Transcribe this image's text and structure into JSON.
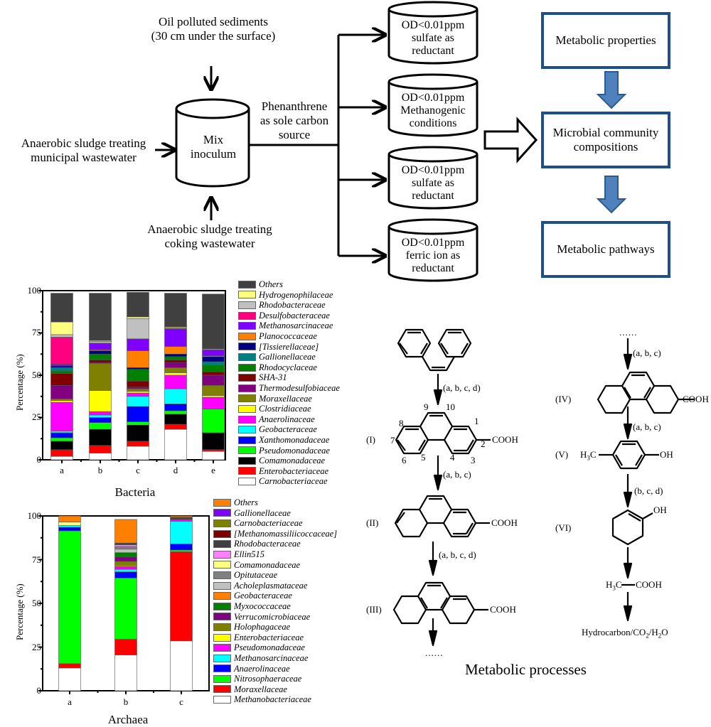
{
  "flow": {
    "input_top": [
      "Oil polluted sediments",
      "(30 cm under the surface)"
    ],
    "input_left": [
      "Anaerobic sludge treating",
      "municipal wastewater"
    ],
    "input_bottom": [
      "Anaerobic sludge treating",
      "coking wastewater"
    ],
    "mix": [
      "Mix",
      "inoculum"
    ],
    "carbon_source": [
      "Phenanthrene",
      "as sole carbon",
      "source"
    ],
    "reactors": [
      [
        "OD<0.01ppm",
        "sulfate as",
        "reductant"
      ],
      [
        "OD<0.01ppm",
        "Methanogenic",
        "conditions"
      ],
      [
        "OD<0.01ppm",
        "sulfate as",
        "reductant"
      ],
      [
        "OD<0.01ppm",
        "ferric ion as",
        "reductant"
      ]
    ],
    "analysis_boxes": [
      "Metabolic properties",
      "Microbial community compositions",
      "Metabolic pathways"
    ],
    "colors": {
      "box_border": "#1f4e8c",
      "arrow_fill": "#4f81bd",
      "arrow_stroke": "#2c5a8f"
    }
  },
  "chart_data": [
    {
      "type": "bar",
      "stacked": true,
      "title": "Bacteria",
      "xlabel": "Bacteria",
      "ylabel": "Percentage (%)",
      "ylim": [
        0,
        100
      ],
      "yticks": [
        "0",
        "25",
        "50",
        "75",
        "100"
      ],
      "categories": [
        "a",
        "b",
        "c",
        "d",
        "e"
      ],
      "legend_position": "right",
      "series": [
        {
          "name": "Carnobacteriaceae",
          "color": "#ffffff",
          "values": [
            2,
            4,
            8,
            18,
            5
          ]
        },
        {
          "name": "Enterobacteriaceae",
          "color": "#ff0000",
          "values": [
            4,
            4.5,
            3,
            3,
            1
          ]
        },
        {
          "name": "Comamonadaceae",
          "color": "#000000",
          "values": [
            5,
            9.5,
            9.5,
            6,
            10
          ]
        },
        {
          "name": "Pseudomonadaceae",
          "color": "#00ff00",
          "values": [
            2,
            4,
            2,
            2,
            14
          ]
        },
        {
          "name": "Xanthomonadaceae",
          "color": "#0000ff",
          "values": [
            3,
            3,
            9,
            4,
            0
          ]
        },
        {
          "name": "Geobacteraceae",
          "color": "#00ffff",
          "values": [
            1,
            1.5,
            6,
            9,
            0
          ]
        },
        {
          "name": "Anaerolinaceae",
          "color": "#ff00ff",
          "values": [
            17,
            2,
            2,
            8,
            7
          ]
        },
        {
          "name": "Clostridiaceae",
          "color": "#ffff00",
          "values": [
            1,
            12.5,
            1,
            1.5,
            1
          ]
        },
        {
          "name": "Moraxellaceae",
          "color": "#808000",
          "values": [
            1,
            16,
            1.5,
            3,
            6
          ]
        },
        {
          "name": "Thermodesulfobiaceae",
          "color": "#800080",
          "values": [
            8,
            0.5,
            1,
            3,
            6
          ]
        },
        {
          "name": "SHA-31",
          "color": "#800000",
          "values": [
            7,
            1.5,
            3.5,
            1.5,
            2
          ]
        },
        {
          "name": "Rhodocyclaceae",
          "color": "#008000",
          "values": [
            1.5,
            3.5,
            7,
            2,
            4
          ]
        },
        {
          "name": "Gallionellaceae",
          "color": "#008080",
          "values": [
            2,
            0,
            0,
            0,
            2
          ]
        },
        {
          "name": "[Tissierellaceae]",
          "color": "#000080",
          "values": [
            1,
            2,
            1,
            1.5,
            3
          ]
        },
        {
          "name": "Planococcaceae",
          "color": "#ff8000",
          "values": [
            0,
            0.5,
            10,
            4.5,
            0.5
          ]
        },
        {
          "name": "Methanosarcinaceae",
          "color": "#8000ff",
          "values": [
            1,
            4,
            7,
            10.5,
            3.5
          ]
        },
        {
          "name": "Desulfobacteraceae",
          "color": "#ff0080",
          "values": [
            16,
            0,
            0,
            0,
            0
          ]
        },
        {
          "name": "Rhodobacteraceae",
          "color": "#c0c0c0",
          "values": [
            1.5,
            1,
            12,
            0.5,
            0.5
          ]
        },
        {
          "name": "Hydrogenophilaceae",
          "color": "#ffff80",
          "values": [
            7.5,
            0.5,
            1,
            0.5,
            0
          ]
        },
        {
          "name": "Others",
          "color": "#404040",
          "values": [
            17,
            28,
            14.5,
            20,
            32.5
          ]
        }
      ]
    },
    {
      "type": "bar",
      "stacked": true,
      "title": "Archaea",
      "xlabel": "Archaea",
      "ylabel": "Percentage (%)",
      "ylim": [
        0,
        100
      ],
      "yticks": [
        "0",
        "25",
        "50",
        "75",
        "100"
      ],
      "categories": [
        "a",
        "b",
        "c"
      ],
      "legend_position": "right",
      "series": [
        {
          "name": "Methanobacteriaceae",
          "color": "#ffffff",
          "values": [
            13,
            20.5,
            28.5
          ]
        },
        {
          "name": "Moraxellaceae",
          "color": "#ff0000",
          "values": [
            2.5,
            9,
            51
          ]
        },
        {
          "name": "Nitrosophaeraceae",
          "color": "#00ff00",
          "values": [
            76,
            35,
            1
          ]
        },
        {
          "name": "Anaerolinaceae",
          "color": "#0000ff",
          "values": [
            2,
            3.5,
            3.5
          ]
        },
        {
          "name": "Methanosarcinaceae",
          "color": "#00ffff",
          "values": [
            1,
            1.5,
            13
          ]
        },
        {
          "name": "Pseudomonadaceae",
          "color": "#ff00ff",
          "values": [
            0,
            1.5,
            1
          ]
        },
        {
          "name": "Enterobacteriaceae",
          "color": "#ffff00",
          "values": [
            0,
            0.5,
            0
          ]
        },
        {
          "name": "Holophagaceae",
          "color": "#808000",
          "values": [
            0,
            2.5,
            0
          ]
        },
        {
          "name": "Verrucomicrobiaceae",
          "color": "#800080",
          "values": [
            0,
            2.5,
            0
          ]
        },
        {
          "name": "Myxococcaceae",
          "color": "#008000",
          "values": [
            0,
            2.5,
            0
          ]
        },
        {
          "name": "Geobacteraceae",
          "color": "#ff8000",
          "values": [
            0,
            0,
            0
          ]
        },
        {
          "name": "Acholeplasmataceae",
          "color": "#c0c0c0",
          "values": [
            0,
            2,
            0
          ]
        },
        {
          "name": "Opitutaceae",
          "color": "#808080",
          "values": [
            0,
            1.5,
            0
          ]
        },
        {
          "name": "Comamonadaceae",
          "color": "#ffff80",
          "values": [
            2,
            0,
            0
          ]
        },
        {
          "name": "Ellin515",
          "color": "#ff80ff",
          "values": [
            0,
            1,
            0
          ]
        },
        {
          "name": "Rhodobacteraceae",
          "color": "#404040",
          "values": [
            0,
            1,
            1
          ]
        },
        {
          "name": "[Methanomassiliicoccaceae]",
          "color": "#800000",
          "values": [
            0,
            0,
            0
          ]
        },
        {
          "name": "Carnobacteriaceae",
          "color": "#808000",
          "values": [
            0,
            0,
            0.5
          ]
        },
        {
          "name": "Gallionellaceae",
          "color": "#8000ff",
          "values": [
            0,
            0,
            0
          ]
        },
        {
          "name": "Others",
          "color": "#ff8000",
          "values": [
            3.5,
            13.5,
            0.5
          ]
        }
      ]
    }
  ],
  "pathway": {
    "title": "Metabolic processes",
    "compounds": [
      "(I)",
      "(II)",
      "(III)",
      "(IV)",
      "(V)",
      "(VI)"
    ],
    "arrow_labels": {
      "phen_to_I": "(a, b, c, d)",
      "I_to_II": "(a, b, c)",
      "II_to_III": "(a, b, c, d)",
      "dots_to_IV": "(a, b, c)",
      "IV_to_V": "(a, b, c)",
      "V_to_VI": "(b, c, d)"
    },
    "cooh": "COOH",
    "oh": "OH",
    "h3c": "H3C",
    "acetic": "H3C—COOH",
    "final_product": "Hydrocarbon/CO2/H2O",
    "continuation": "......",
    "atom_numbers": [
      "1",
      "2",
      "3",
      "4",
      "5",
      "6",
      "7",
      "8",
      "9",
      "10"
    ]
  }
}
